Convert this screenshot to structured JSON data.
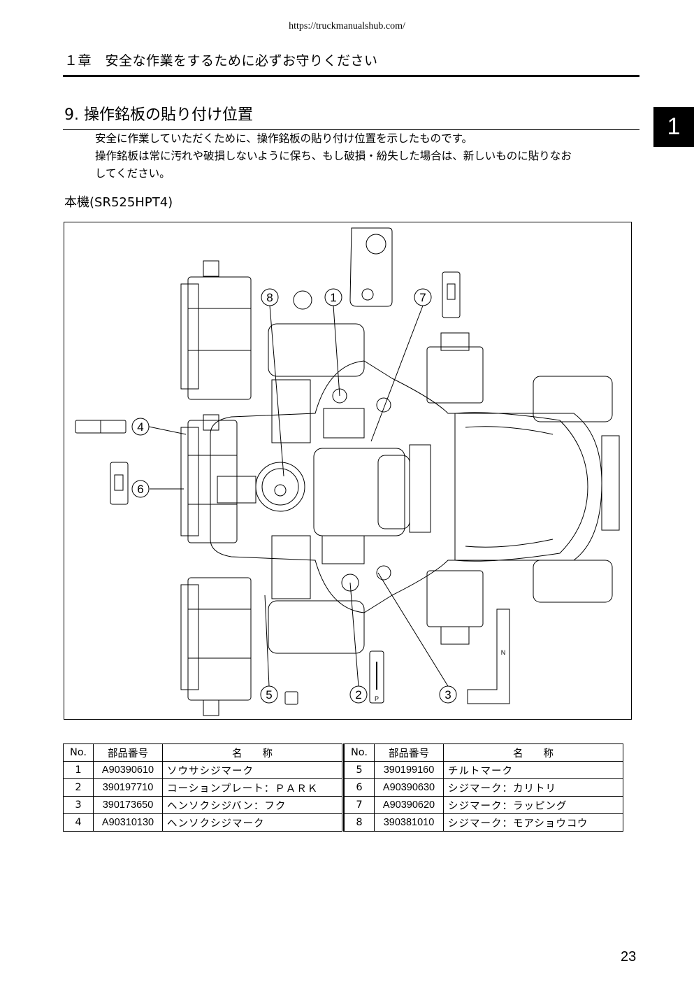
{
  "header": {
    "url": "https://truckmanualshub.com/",
    "chapter_title": "１章　安全な作業をするために必ずお守りください",
    "chapter_tab": "1"
  },
  "section": {
    "title": "9. 操作銘板の貼り付け位置",
    "intro_line1": "安全に作業していただくために、操作銘板の貼り付け位置を示したものです。",
    "intro_line2": "操作銘板は常に汚れや破損しないように保ち、もし破損・紛失した場合は、新しいものに貼りなお",
    "intro_line3": "してください。",
    "subtitle": "本機(SR525HPT4)"
  },
  "figure": {
    "callouts": [
      "1",
      "2",
      "3",
      "4",
      "5",
      "6",
      "7",
      "8"
    ],
    "decal_letters": {
      "p_mark": "P",
      "n_mark": "N"
    }
  },
  "table": {
    "headers": {
      "no": "No.",
      "part": "部品番号",
      "name": "名　　称"
    },
    "rows": [
      {
        "left": {
          "no": "1",
          "part": "A90390610",
          "name": "ソウサシジマーク"
        },
        "right": {
          "no": "5",
          "part": "390199160",
          "name": "チルトマーク"
        }
      },
      {
        "left": {
          "no": "2",
          "part": "390197710",
          "name": "コーションプレート：ＰＡＲＫ"
        },
        "right": {
          "no": "6",
          "part": "A90390630",
          "name": "シジマーク：カリトリ"
        }
      },
      {
        "left": {
          "no": "3",
          "part": "390173650",
          "name": "ヘンソクシジバン：フク"
        },
        "right": {
          "no": "7",
          "part": "A90390620",
          "name": "シジマーク：ラッピング"
        }
      },
      {
        "left": {
          "no": "4",
          "part": "A90310130",
          "name": "ヘンソクシジマーク"
        },
        "right": {
          "no": "8",
          "part": "390381010",
          "name": "シジマーク：モアショウコウ"
        }
      }
    ]
  },
  "footer": {
    "page_number": "23"
  }
}
